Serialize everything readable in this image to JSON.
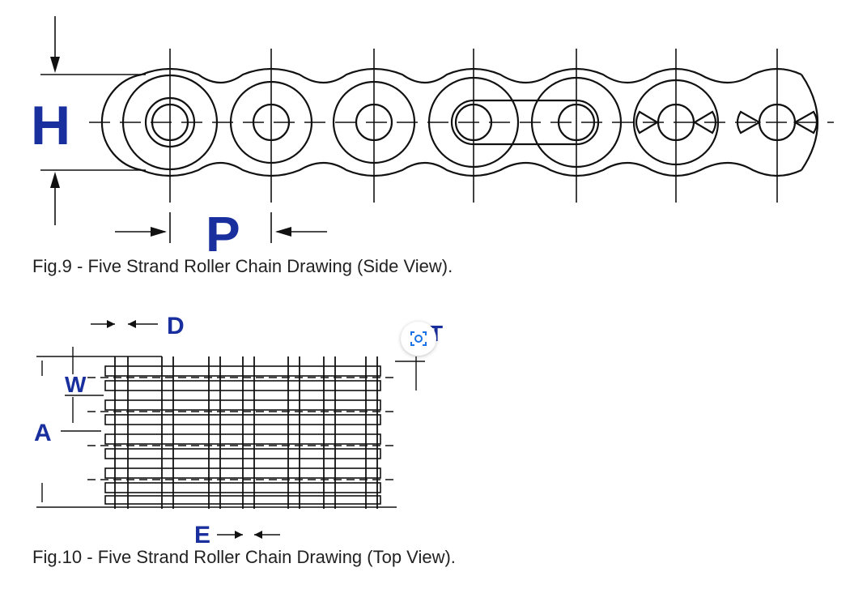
{
  "figures": [
    {
      "id": "fig9",
      "caption": "Fig.9 - Five Strand Roller Chain Drawing (Side View).",
      "labels": {
        "height": "H",
        "pitch": "P"
      }
    },
    {
      "id": "fig10",
      "caption": "Fig.10 - Five Strand Roller Chain Drawing (Top View).",
      "labels": {
        "pin_diameter": "D",
        "plate_thickness": "T",
        "inner_width": "W",
        "pin_length": "A",
        "spacing": "E"
      }
    }
  ],
  "overlay": {
    "icon": "visual-search-icon",
    "accent": "#1a73e8"
  },
  "colors": {
    "label": "#1a2f9e",
    "line": "#111111"
  }
}
